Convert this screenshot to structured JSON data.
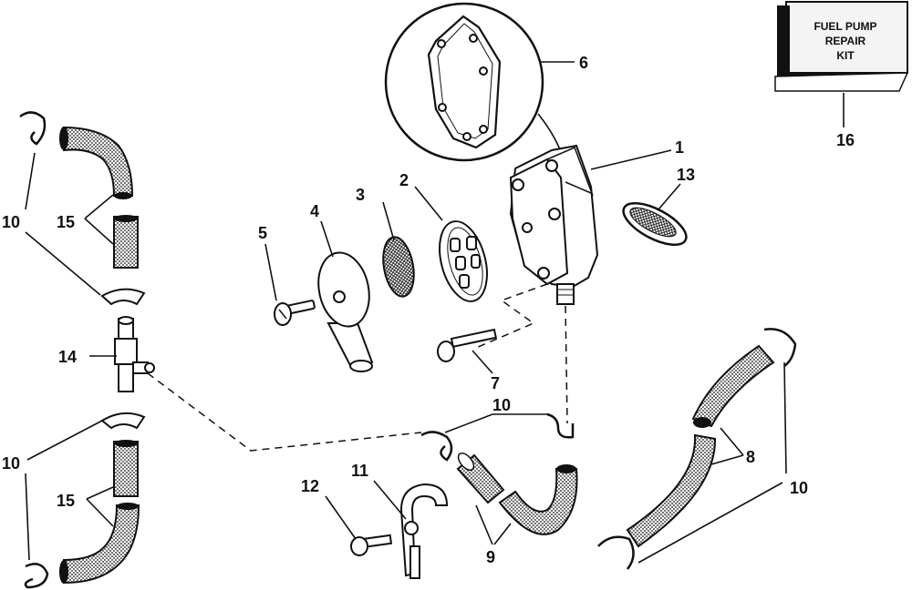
{
  "kit": {
    "line1": "FUEL PUMP",
    "line2": "REPAIR",
    "line3": "KIT"
  },
  "callouts": {
    "c1": "1",
    "c2": "2",
    "c3": "3",
    "c4": "4",
    "c5": "5",
    "c6": "6",
    "c7": "7",
    "c8": "8",
    "c9": "9",
    "c10a": "10",
    "c10b": "10",
    "c10c": "10",
    "c10d": "10",
    "c11": "11",
    "c12": "12",
    "c13": "13",
    "c14": "14",
    "c15a": "15",
    "c15b": "15",
    "c16": "16"
  }
}
